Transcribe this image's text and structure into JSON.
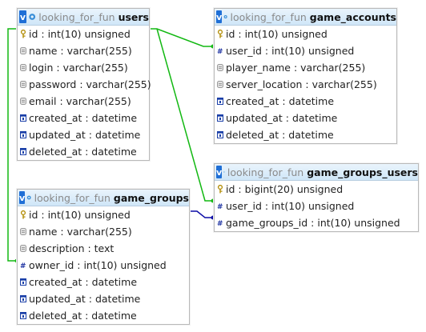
{
  "db_name": "looking_for_fun",
  "tables": {
    "users": {
      "name": "users",
      "columns": [
        {
          "text": "id : int(10) unsigned",
          "icon": "primary-key-icon"
        },
        {
          "text": "name : varchar(255)",
          "icon": "text-field-icon"
        },
        {
          "text": "login : varchar(255)",
          "icon": "text-field-icon"
        },
        {
          "text": "password : varchar(255)",
          "icon": "text-field-icon"
        },
        {
          "text": "email : varchar(255)",
          "icon": "text-field-icon"
        },
        {
          "text": "created_at : datetime",
          "icon": "datetime-field-icon"
        },
        {
          "text": "updated_at : datetime",
          "icon": "datetime-field-icon"
        },
        {
          "text": "deleted_at : datetime",
          "icon": "datetime-field-icon"
        }
      ]
    },
    "game_accounts": {
      "name": "game_accounts",
      "columns": [
        {
          "text": "id : int(10) unsigned",
          "icon": "primary-key-icon"
        },
        {
          "text": "user_id : int(10) unsigned",
          "icon": "numeric-field-icon"
        },
        {
          "text": "player_name : varchar(255)",
          "icon": "text-field-icon"
        },
        {
          "text": "server_location : varchar(255)",
          "icon": "text-field-icon"
        },
        {
          "text": "created_at : datetime",
          "icon": "datetime-field-icon"
        },
        {
          "text": "updated_at : datetime",
          "icon": "datetime-field-icon"
        },
        {
          "text": "deleted_at : datetime",
          "icon": "datetime-field-icon"
        }
      ]
    },
    "game_groups_users": {
      "name": "game_groups_users",
      "columns": [
        {
          "text": "id : bigint(20) unsigned",
          "icon": "primary-key-icon"
        },
        {
          "text": "user_id : int(10) unsigned",
          "icon": "numeric-field-icon"
        },
        {
          "text": "game_groups_id : int(10) unsigned",
          "icon": "numeric-field-icon"
        }
      ]
    },
    "game_groups": {
      "name": "game_groups",
      "columns": [
        {
          "text": "id : int(10) unsigned",
          "icon": "primary-key-icon"
        },
        {
          "text": "name : varchar(255)",
          "icon": "text-field-icon"
        },
        {
          "text": "description : text",
          "icon": "text-field-icon"
        },
        {
          "text": "owner_id : int(10) unsigned",
          "icon": "numeric-field-icon"
        },
        {
          "text": "created_at : datetime",
          "icon": "datetime-field-icon"
        },
        {
          "text": "updated_at : datetime",
          "icon": "datetime-field-icon"
        },
        {
          "text": "deleted_at : datetime",
          "icon": "datetime-field-icon"
        }
      ]
    }
  },
  "colors": {
    "link_green": "#12b812",
    "link_navy": "#0c0ca6",
    "header_blue": "#1f6fd6"
  }
}
